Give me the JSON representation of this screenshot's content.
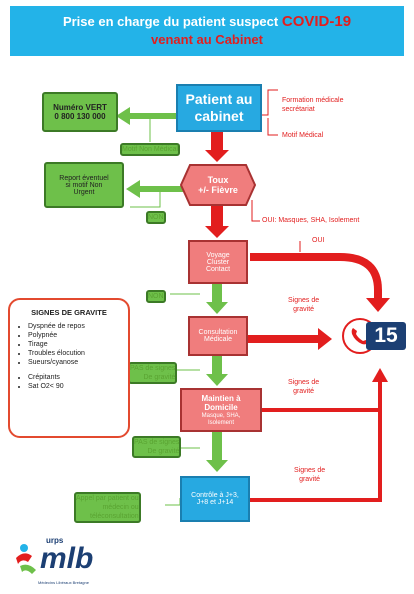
{
  "banner": {
    "line1_prefix": "Prise en charge du patient suspect",
    "line1_accent": "COVID-19",
    "line2": "venant au Cabinet"
  },
  "nodes": {
    "numero_vert": "Numéro VERT\n0 800 130 000",
    "patient": "Patient au\ncabinet",
    "report": "Report éventuel\nsi motif Non\nUrgent",
    "toux": "Toux\n+/- Fièvre",
    "voyage": "Voyage\nCluster\nContact",
    "consultation": "Consultation\nMédicale",
    "maintien_title": "Maintien à\nDomicile",
    "maintien_sub": "Masque, SHA,\nIsolement",
    "controle": "Contrôle à J+3,\nJ+8 et J+14",
    "samu": "15"
  },
  "labels": {
    "formation": "Formation médicale\nsecrétariat",
    "motif_medical": "Motif Médical",
    "motif_non_medical": "Motif Non Médical",
    "non1": "NON",
    "oui_masques": "OUI: Masques, SHA, Isolement",
    "oui": "OUI",
    "non2": "NON",
    "signes1": "Signes de\ngravité",
    "pas_signes1": "PAS de signes\nDe gravité",
    "signes2": "Signes de\ngravité",
    "pas_signes2": "PAS de signes\nDe gravité",
    "signes3": "Signes de\ngravité",
    "appel": "Appel par patient ou\nmédecin ou\ntéléconsultation"
  },
  "gravite": {
    "title": "SIGNES DE GRAVITE",
    "items": [
      "Dyspnée de repos",
      "Polypnée",
      "Tirage",
      "Troubles élocution",
      "Sueurs/cyanose"
    ],
    "items2": [
      "Crépitants",
      "Sat O2< 90"
    ]
  },
  "logo": {
    "urps": "urps",
    "mlb": "mlb",
    "tagline": "Médecins Libéraux Bretagne"
  },
  "colors": {
    "banner": "#23b3e8",
    "accent_red": "#e21e1e",
    "green": "#6ec04a",
    "pink": "#f07d7d",
    "blue": "#27a9e1"
  }
}
